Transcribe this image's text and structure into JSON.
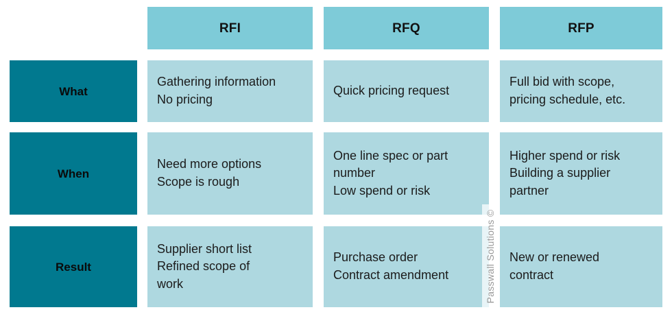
{
  "table": {
    "corner_label": "",
    "columns": [
      {
        "id": "rfi",
        "label": "RFI"
      },
      {
        "id": "rfq",
        "label": "RFQ"
      },
      {
        "id": "rfp",
        "label": "RFP"
      }
    ],
    "rows": [
      {
        "id": "what",
        "label": "What",
        "cells": [
          "Gathering information\nNo pricing",
          "Quick pricing request",
          "Full bid with scope,\npricing schedule, etc."
        ]
      },
      {
        "id": "when",
        "label": "When",
        "cells": [
          "Need more options\nScope is rough",
          "One line spec or part\nnumber\nLow spend or risk",
          "Higher spend or risk\nBuilding a supplier\npartner"
        ]
      },
      {
        "id": "result",
        "label": "Result",
        "cells": [
          "Supplier short list\nRefined scope of\nwork",
          "Purchase order\nContract amendment",
          "New or renewed\ncontract"
        ]
      }
    ]
  },
  "watermark": {
    "text": "Passwall Solutions ©"
  },
  "colors": {
    "header_fill": "#7ecbd8",
    "row_label_fill": "#01798f",
    "body_fill": "#aed8e0",
    "text": "#1b1b1b",
    "background": "#ffffff",
    "watermark_text": "#9a9a9a"
  }
}
